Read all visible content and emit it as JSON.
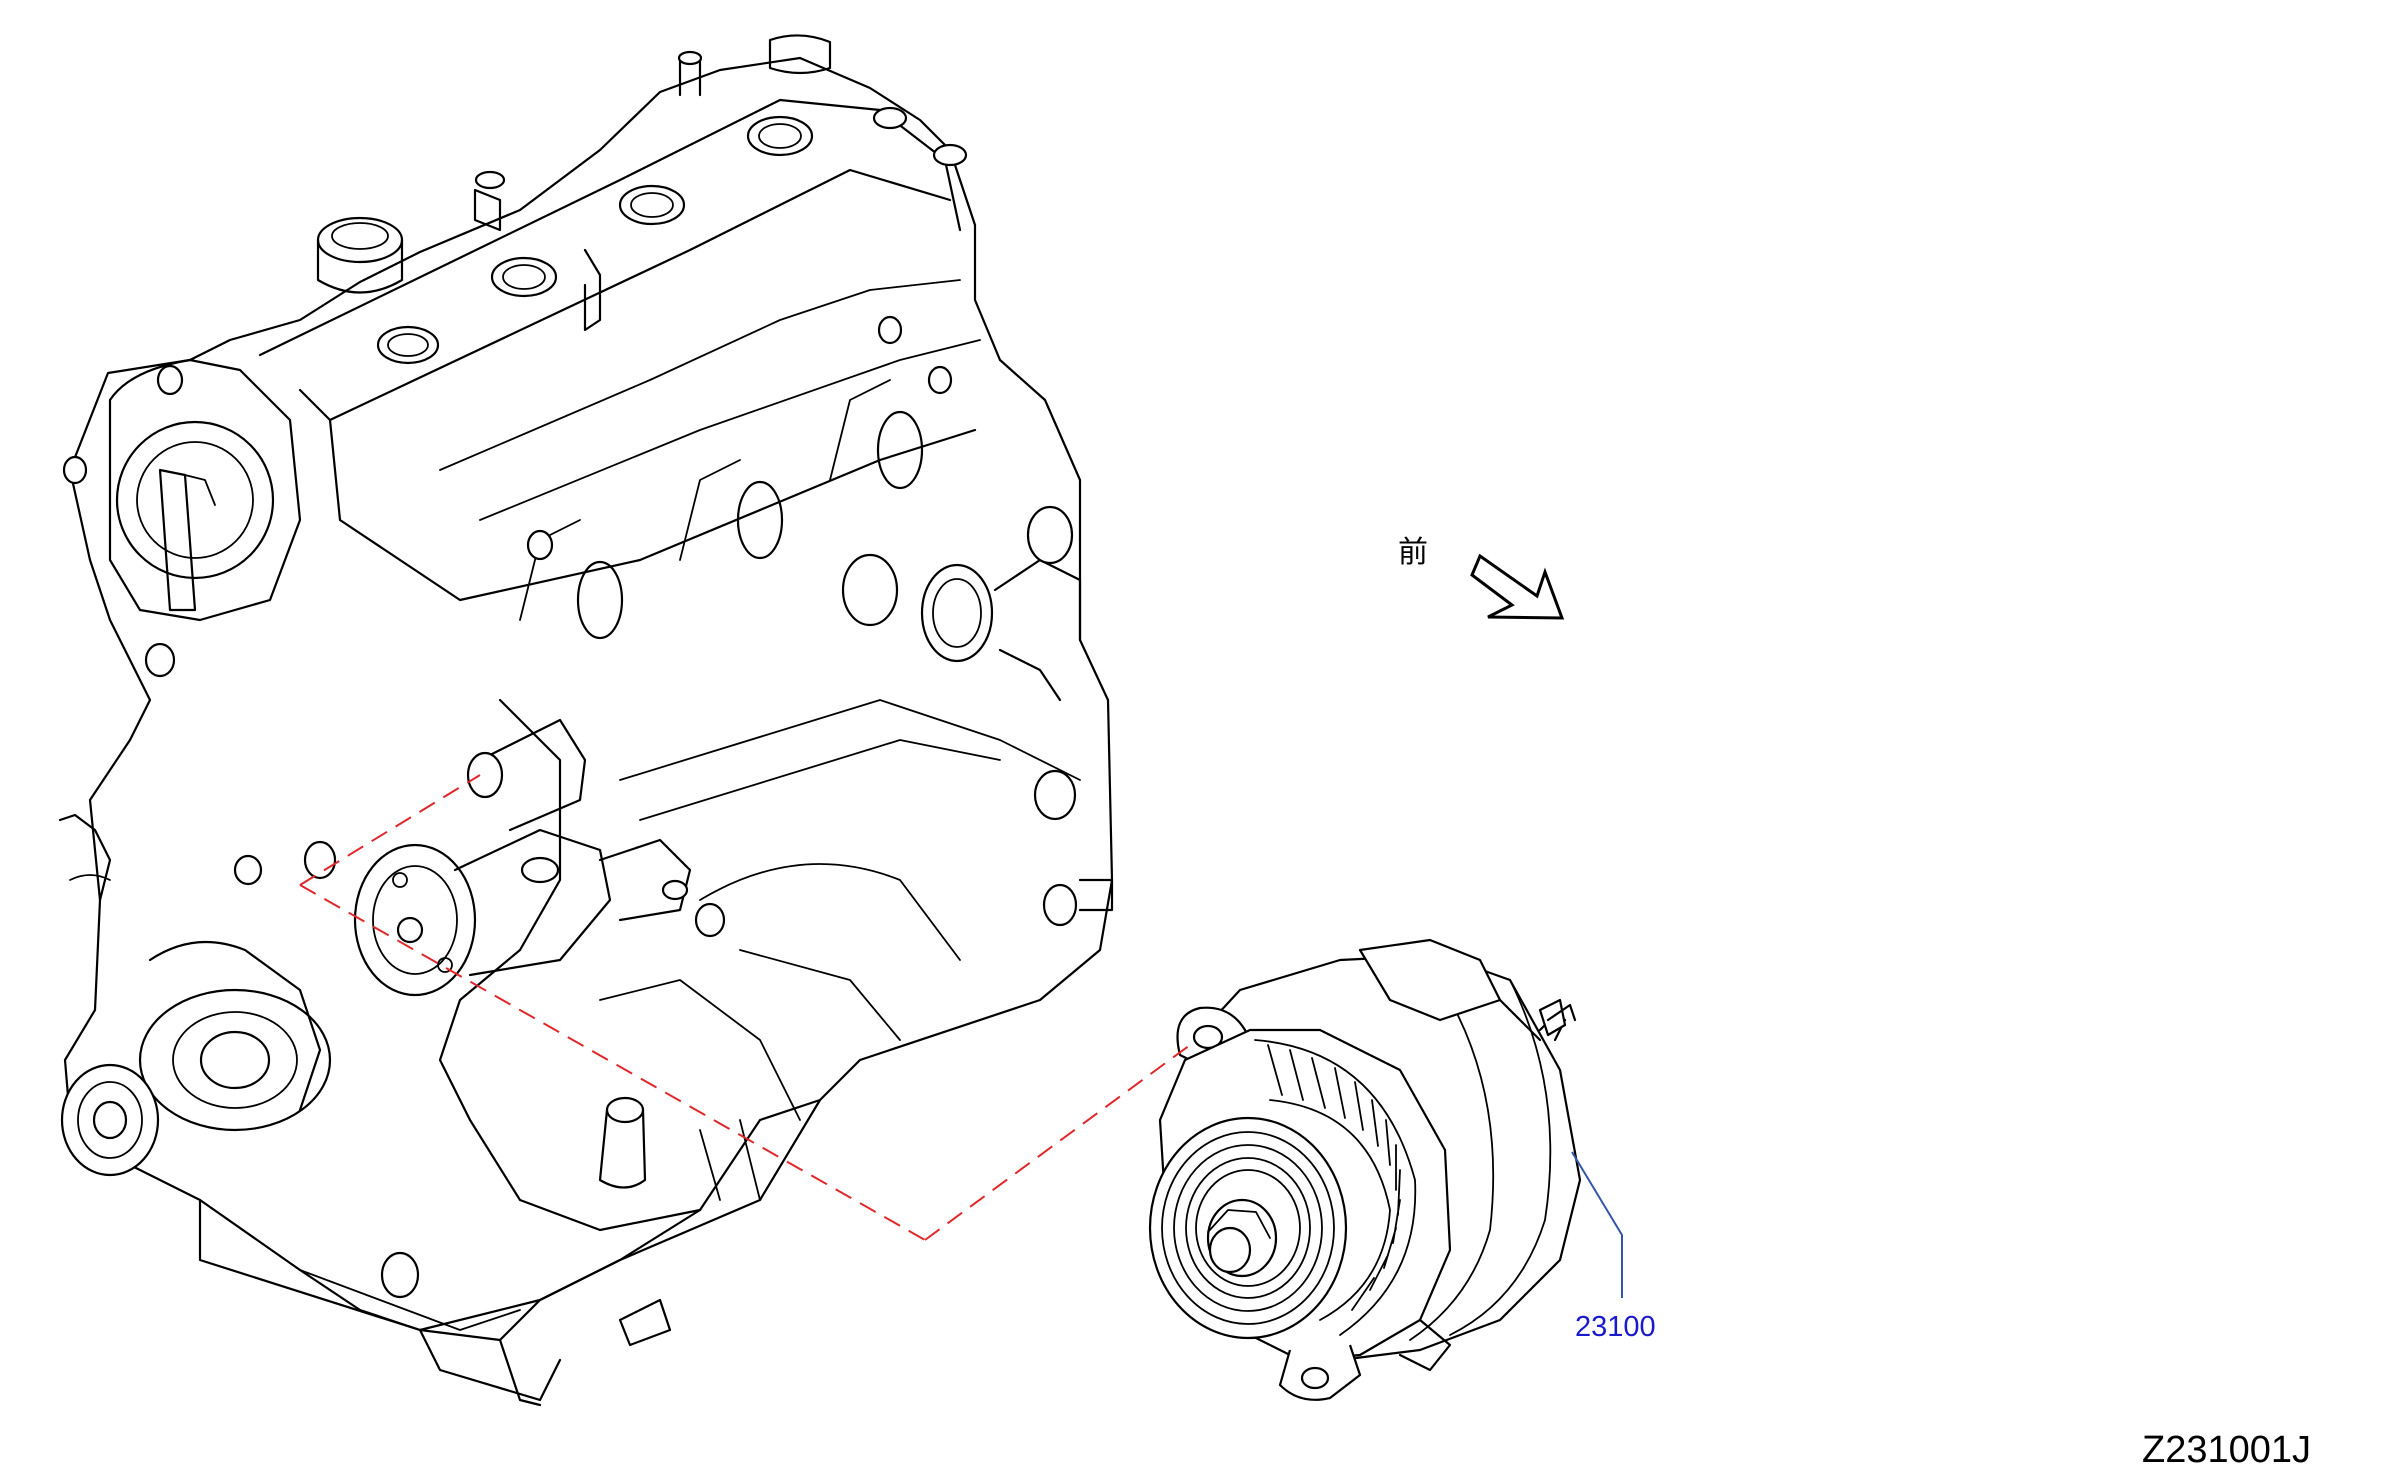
{
  "diagram": {
    "front_label": "前",
    "part_number": "23100",
    "diagram_code": "Z231001J",
    "colors": {
      "line": "#000000",
      "part_label": "#1a1acc",
      "leader": "#3355aa",
      "dashed": "#e0282b",
      "background": "#ffffff"
    },
    "icons": [
      "front-direction-arrow-icon"
    ]
  }
}
